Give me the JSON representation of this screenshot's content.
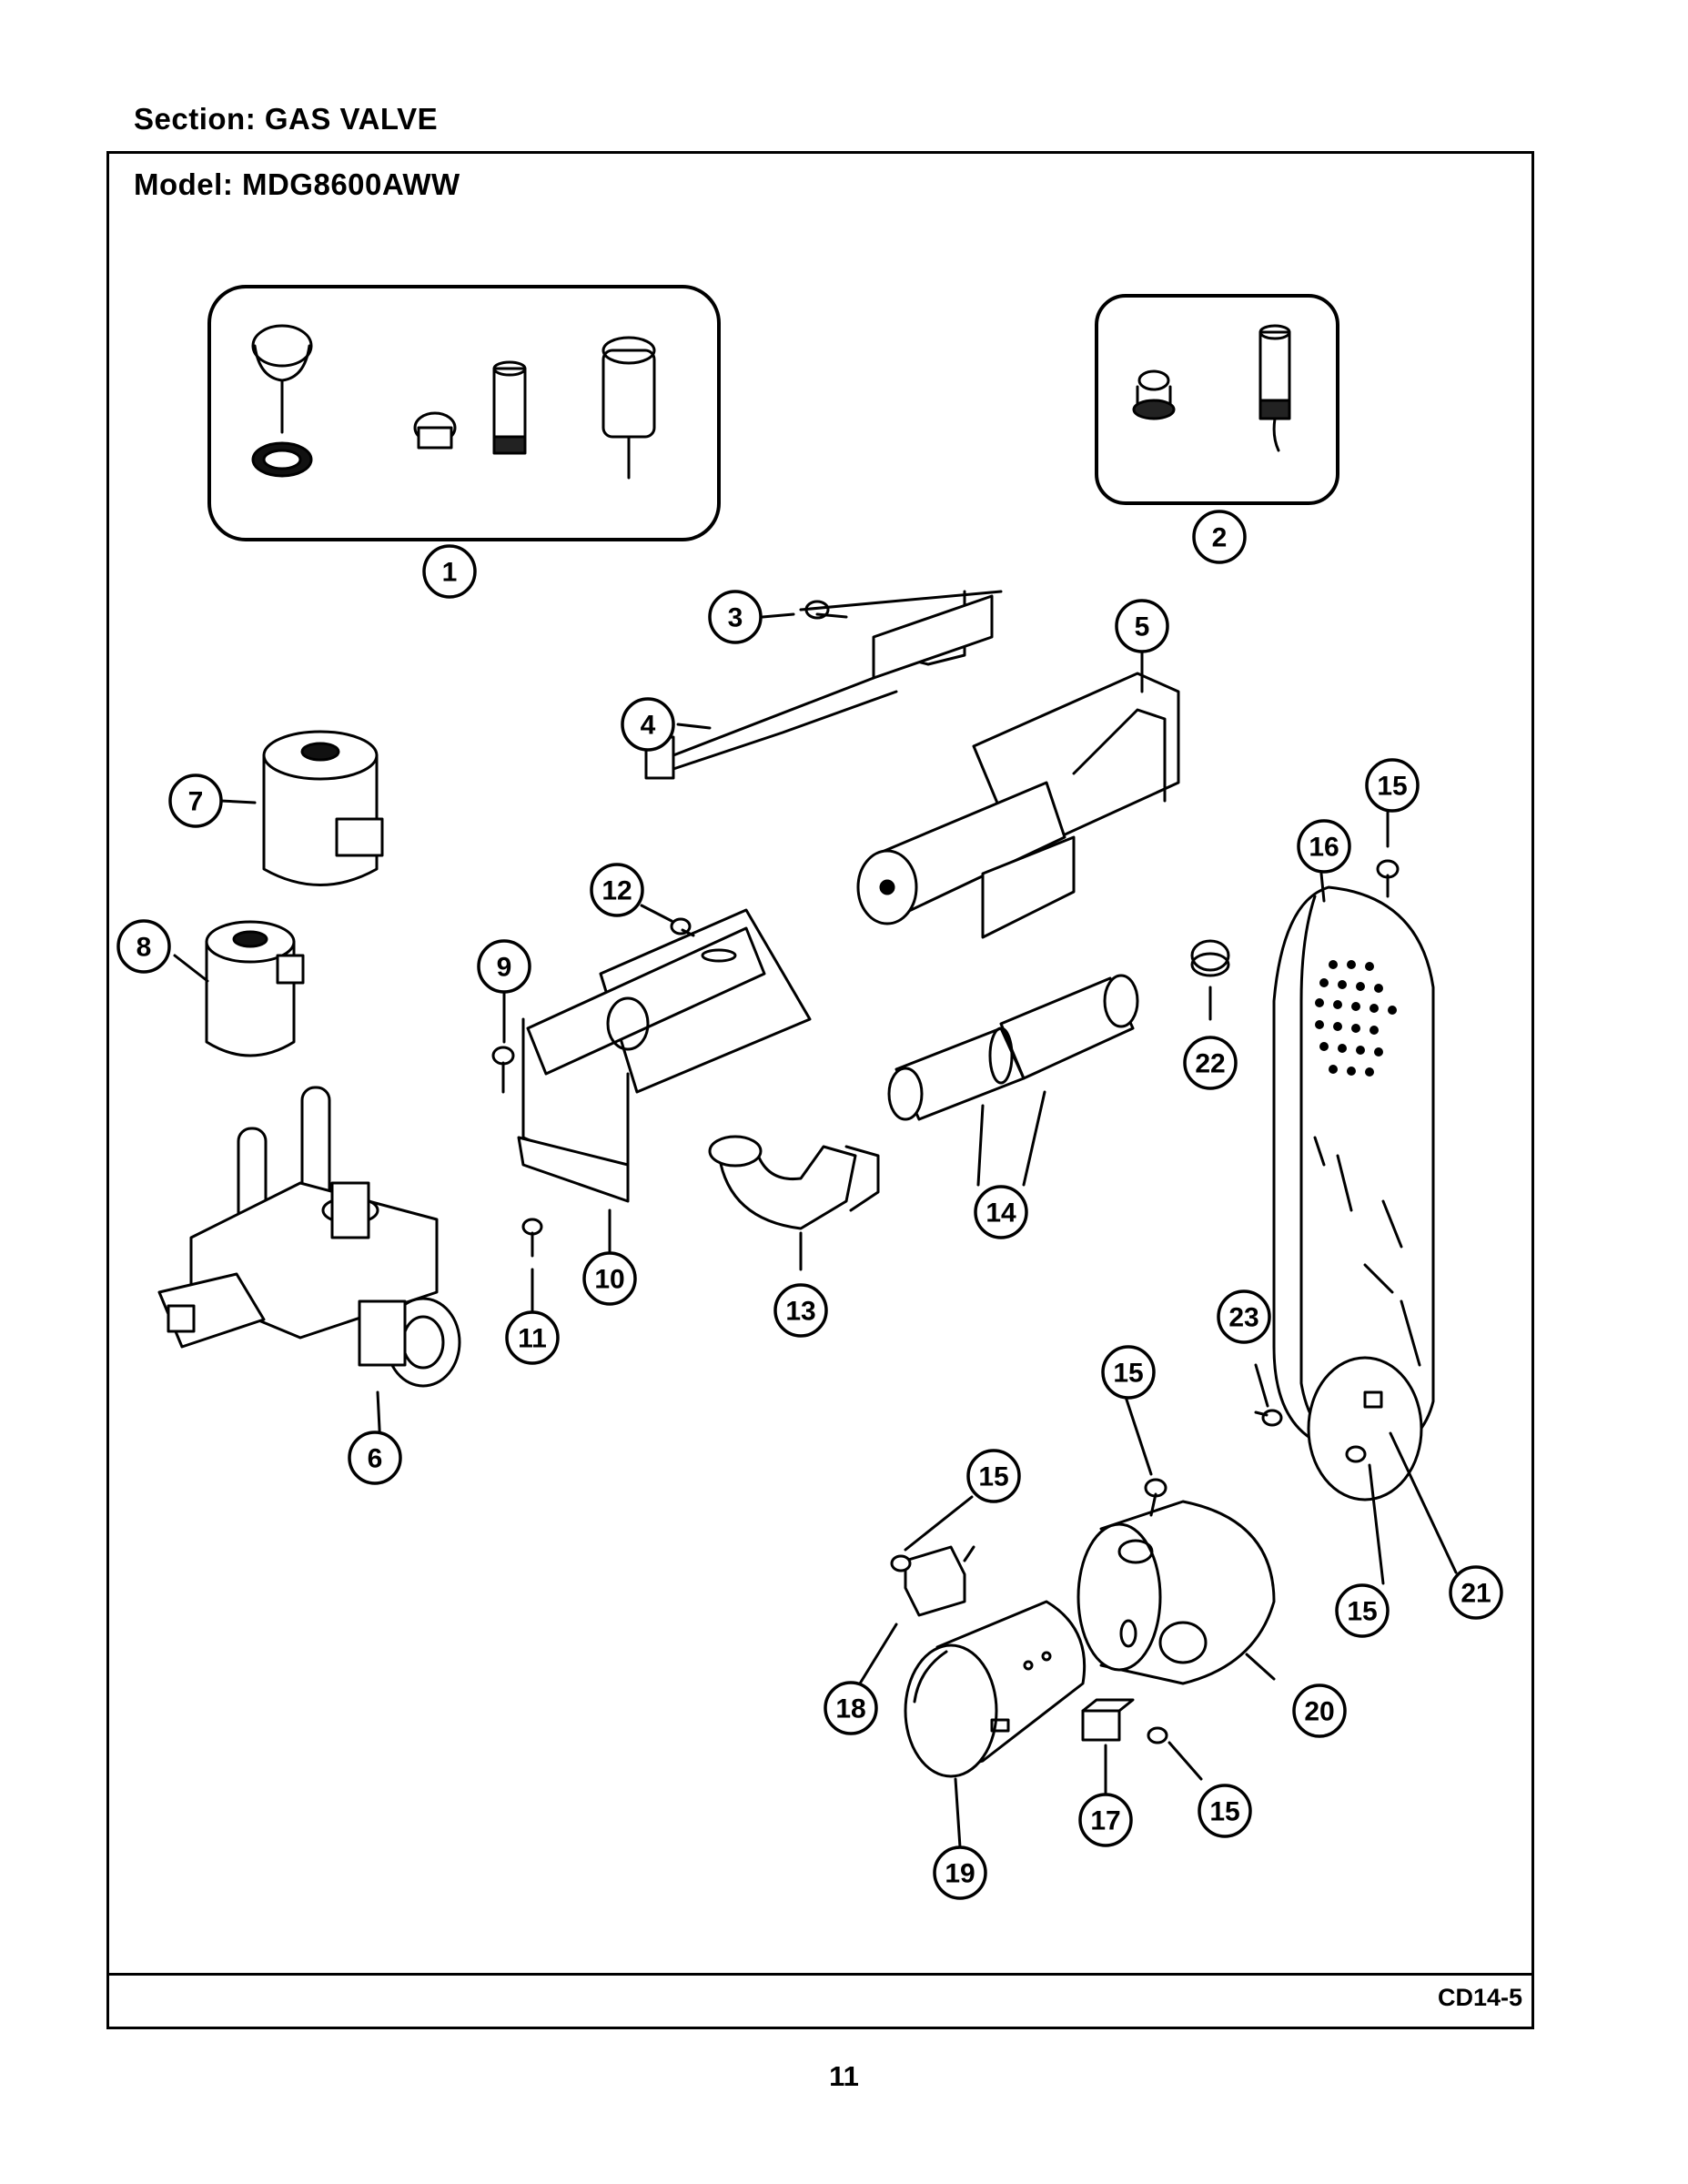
{
  "header": {
    "section_label": "Section:  GAS VALVE",
    "model_label": "Model:  MDG8600AWW"
  },
  "footer": {
    "doc_code": "CD14-5",
    "page_number": "11"
  },
  "callouts": [
    {
      "id": "c1",
      "label": "1"
    },
    {
      "id": "c2",
      "label": "2"
    },
    {
      "id": "c3",
      "label": "3"
    },
    {
      "id": "c4",
      "label": "4"
    },
    {
      "id": "c5",
      "label": "5"
    },
    {
      "id": "c6",
      "label": "6"
    },
    {
      "id": "c7",
      "label": "7"
    },
    {
      "id": "c8",
      "label": "8"
    },
    {
      "id": "c9",
      "label": "9"
    },
    {
      "id": "c10",
      "label": "10"
    },
    {
      "id": "c11",
      "label": "11"
    },
    {
      "id": "c12",
      "label": "12"
    },
    {
      "id": "c13",
      "label": "13"
    },
    {
      "id": "c14",
      "label": "14"
    },
    {
      "id": "c15a",
      "label": "15"
    },
    {
      "id": "c15b",
      "label": "15"
    },
    {
      "id": "c15c",
      "label": "15"
    },
    {
      "id": "c15d",
      "label": "15"
    },
    {
      "id": "c15e",
      "label": "15"
    },
    {
      "id": "c16",
      "label": "16"
    },
    {
      "id": "c17",
      "label": "17"
    },
    {
      "id": "c18",
      "label": "18"
    },
    {
      "id": "c19",
      "label": "19"
    },
    {
      "id": "c20",
      "label": "20"
    },
    {
      "id": "c21",
      "label": "21"
    },
    {
      "id": "c22",
      "label": "22"
    },
    {
      "id": "c23",
      "label": "23"
    }
  ]
}
